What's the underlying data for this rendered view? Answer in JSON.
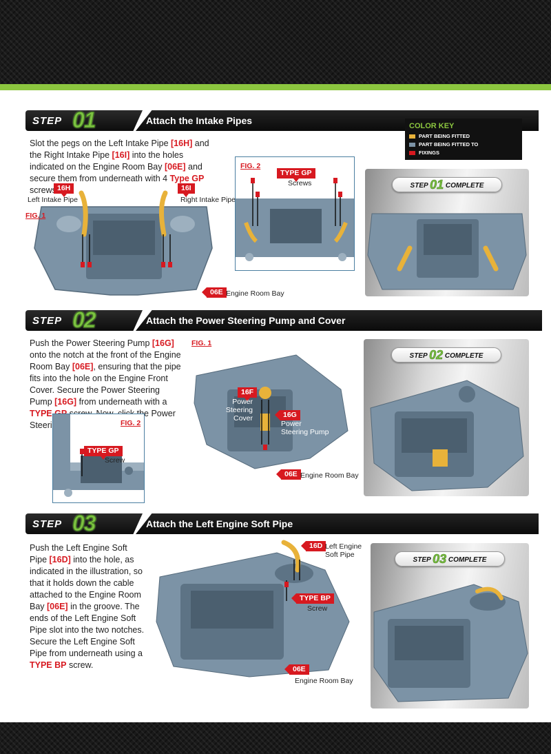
{
  "colors": {
    "accent_green": "#8cc63f",
    "fitted": "#e8b23a",
    "fitted_to": "#7c93a6",
    "fixings": "#d71920"
  },
  "color_key": {
    "title": "COLOR KEY",
    "items": [
      {
        "label": "PART BEING FITTED",
        "color": "#e8b23a"
      },
      {
        "label": "PART BEING FITTED TO",
        "color": "#7c93a6"
      },
      {
        "label": "FIXINGS",
        "color": "#d71920"
      }
    ]
  },
  "steps": [
    {
      "word": "STEP",
      "number": "01",
      "title": "Attach the Intake Pipes",
      "text": [
        {
          "t": "Slot the pegs on the Left Intake Pipe "
        },
        {
          "t": "[16H]",
          "red": true
        },
        {
          "t": " and the Right Intake Pipe "
        },
        {
          "t": "[16I]",
          "red": true
        },
        {
          "t": " into the holes indicated on the Engine Room Bay "
        },
        {
          "t": "[06E]",
          "red": true
        },
        {
          "t": " and secure them from underneath with 4 "
        },
        {
          "t": "Type GP",
          "red": true
        },
        {
          "t": " screws."
        }
      ],
      "complete": {
        "word": "STEP",
        "number": "01",
        "suffix": "COMPLETE"
      },
      "labels": {
        "fig1": "FIG. 1",
        "fig2": "FIG. 2",
        "tag_16h": "16H",
        "cap_16h": "Left Intake Pipe",
        "tag_16i": "16I",
        "cap_16i": "Right Intake Pipe",
        "tag_06e": "06E",
        "cap_06e": "Engine Room Bay",
        "tag_gp": "TYPE GP",
        "cap_gp": "Screws"
      }
    },
    {
      "word": "STEP",
      "number": "02",
      "title": "Attach the Power Steering Pump and Cover",
      "text": [
        {
          "t": "Push the Power Steering Pump "
        },
        {
          "t": "[16G]",
          "red": true
        },
        {
          "t": " onto the notch at the front of the Engine Room Bay "
        },
        {
          "t": "[06E]",
          "red": true
        },
        {
          "t": ", ensuring that the pipe fits into the hole on the Engine Front Cover. Secure the Power Steering Pump "
        },
        {
          "t": "[16G]",
          "red": true
        },
        {
          "t": " from underneath with a "
        },
        {
          "t": "TYPE GP",
          "red": true
        },
        {
          "t": " screw. Now, click the Power Steering Cover on top."
        }
      ],
      "complete": {
        "word": "STEP",
        "number": "02",
        "suffix": "COMPLETE"
      },
      "labels": {
        "fig1": "FIG. 1",
        "fig2": "FIG. 2",
        "tag_16f": "16F",
        "cap_16f": "Power Steering Cover",
        "tag_16g": "16G",
        "cap_16g": "Power Steering Pump",
        "tag_06e": "06E",
        "cap_06e": "Engine Room Bay",
        "tag_gp": "TYPE GP",
        "cap_gp": "Screw"
      }
    },
    {
      "word": "STEP",
      "number": "03",
      "title": "Attach the Left Engine Soft Pipe",
      "text": [
        {
          "t": "Push the Left Engine Soft Pipe "
        },
        {
          "t": "[16D]",
          "red": true
        },
        {
          "t": " into the hole, as indicated in the illustration, so that it holds down the cable attached to the Engine Room Bay "
        },
        {
          "t": "[06E]",
          "red": true
        },
        {
          "t": " in the groove. The ends of the Left Engine Soft Pipe slot into the two notches. Secure the Left Engine Soft Pipe from underneath using a "
        },
        {
          "t": "TYPE BP",
          "red": true
        },
        {
          "t": " screw."
        }
      ],
      "complete": {
        "word": "STEP",
        "number": "03",
        "suffix": "COMPLETE"
      },
      "labels": {
        "tag_16d": "16D",
        "cap_16d": "Left Engine Soft Pipe",
        "tag_bp": "TYPE BP",
        "cap_bp": "Screw",
        "tag_06e": "06E",
        "cap_06e": "Engine Room Bay"
      }
    }
  ]
}
